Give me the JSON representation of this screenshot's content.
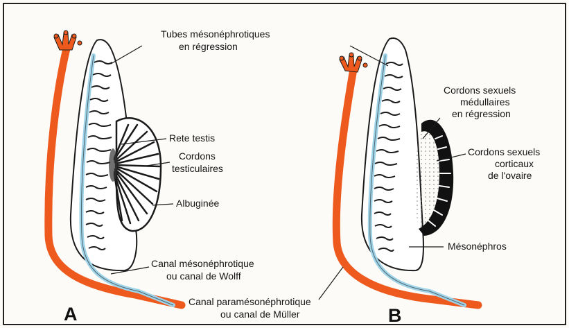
{
  "panels": {
    "a": {
      "letter": "A",
      "labels": {
        "tubes_line1": "Tubes mésonéphrotiques",
        "tubes_line2": "en régression",
        "rete": "Rete testis",
        "cordons_line1": "Cordons",
        "cordons_line2": "testiculaires",
        "albuginee": "Albuginée",
        "wolff_line1": "Canal mésonéphrotique",
        "wolff_line2": "ou canal de Wolff"
      }
    },
    "b": {
      "letter": "B",
      "labels": {
        "med_line1": "Cordons sexuels",
        "med_line2": "médullaires",
        "med_line3": "en régression",
        "cort_line1": "Cordons sexuels",
        "cort_line2": "corticaux",
        "cort_line3": "de l'ovaire",
        "mesonephros": "Mésonéphros"
      }
    },
    "shared": {
      "muller_line1": "Canal paramésonéphrotique",
      "muller_line2": "ou canal de Müller"
    }
  },
  "colors": {
    "muller_duct": "#ee5a1e",
    "wolff_duct": "#9fd3e8",
    "outline": "#1a1a1a",
    "background": "#fcfbf8"
  }
}
